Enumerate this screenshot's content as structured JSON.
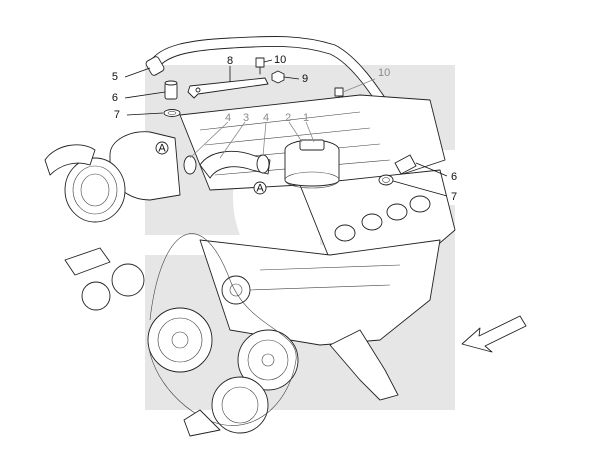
{
  "diagram": {
    "watermark_color": "#e6e6e6",
    "callouts": [
      {
        "id": "c5",
        "text": "5"
      },
      {
        "id": "c6a",
        "text": "6"
      },
      {
        "id": "c7a",
        "text": "7"
      },
      {
        "id": "c8",
        "text": "8"
      },
      {
        "id": "c10a",
        "text": "10"
      },
      {
        "id": "c9",
        "text": "9"
      },
      {
        "id": "c10b",
        "text": "10"
      },
      {
        "id": "c4a",
        "text": "4"
      },
      {
        "id": "c3",
        "text": "3"
      },
      {
        "id": "c4b",
        "text": "4"
      },
      {
        "id": "c2",
        "text": "2"
      },
      {
        "id": "c1",
        "text": "1"
      },
      {
        "id": "c6b",
        "text": "6"
      },
      {
        "id": "c7b",
        "text": "7"
      }
    ],
    "markers": [
      {
        "id": "mA1",
        "text": "A"
      },
      {
        "id": "mA2",
        "text": "A"
      }
    ]
  }
}
